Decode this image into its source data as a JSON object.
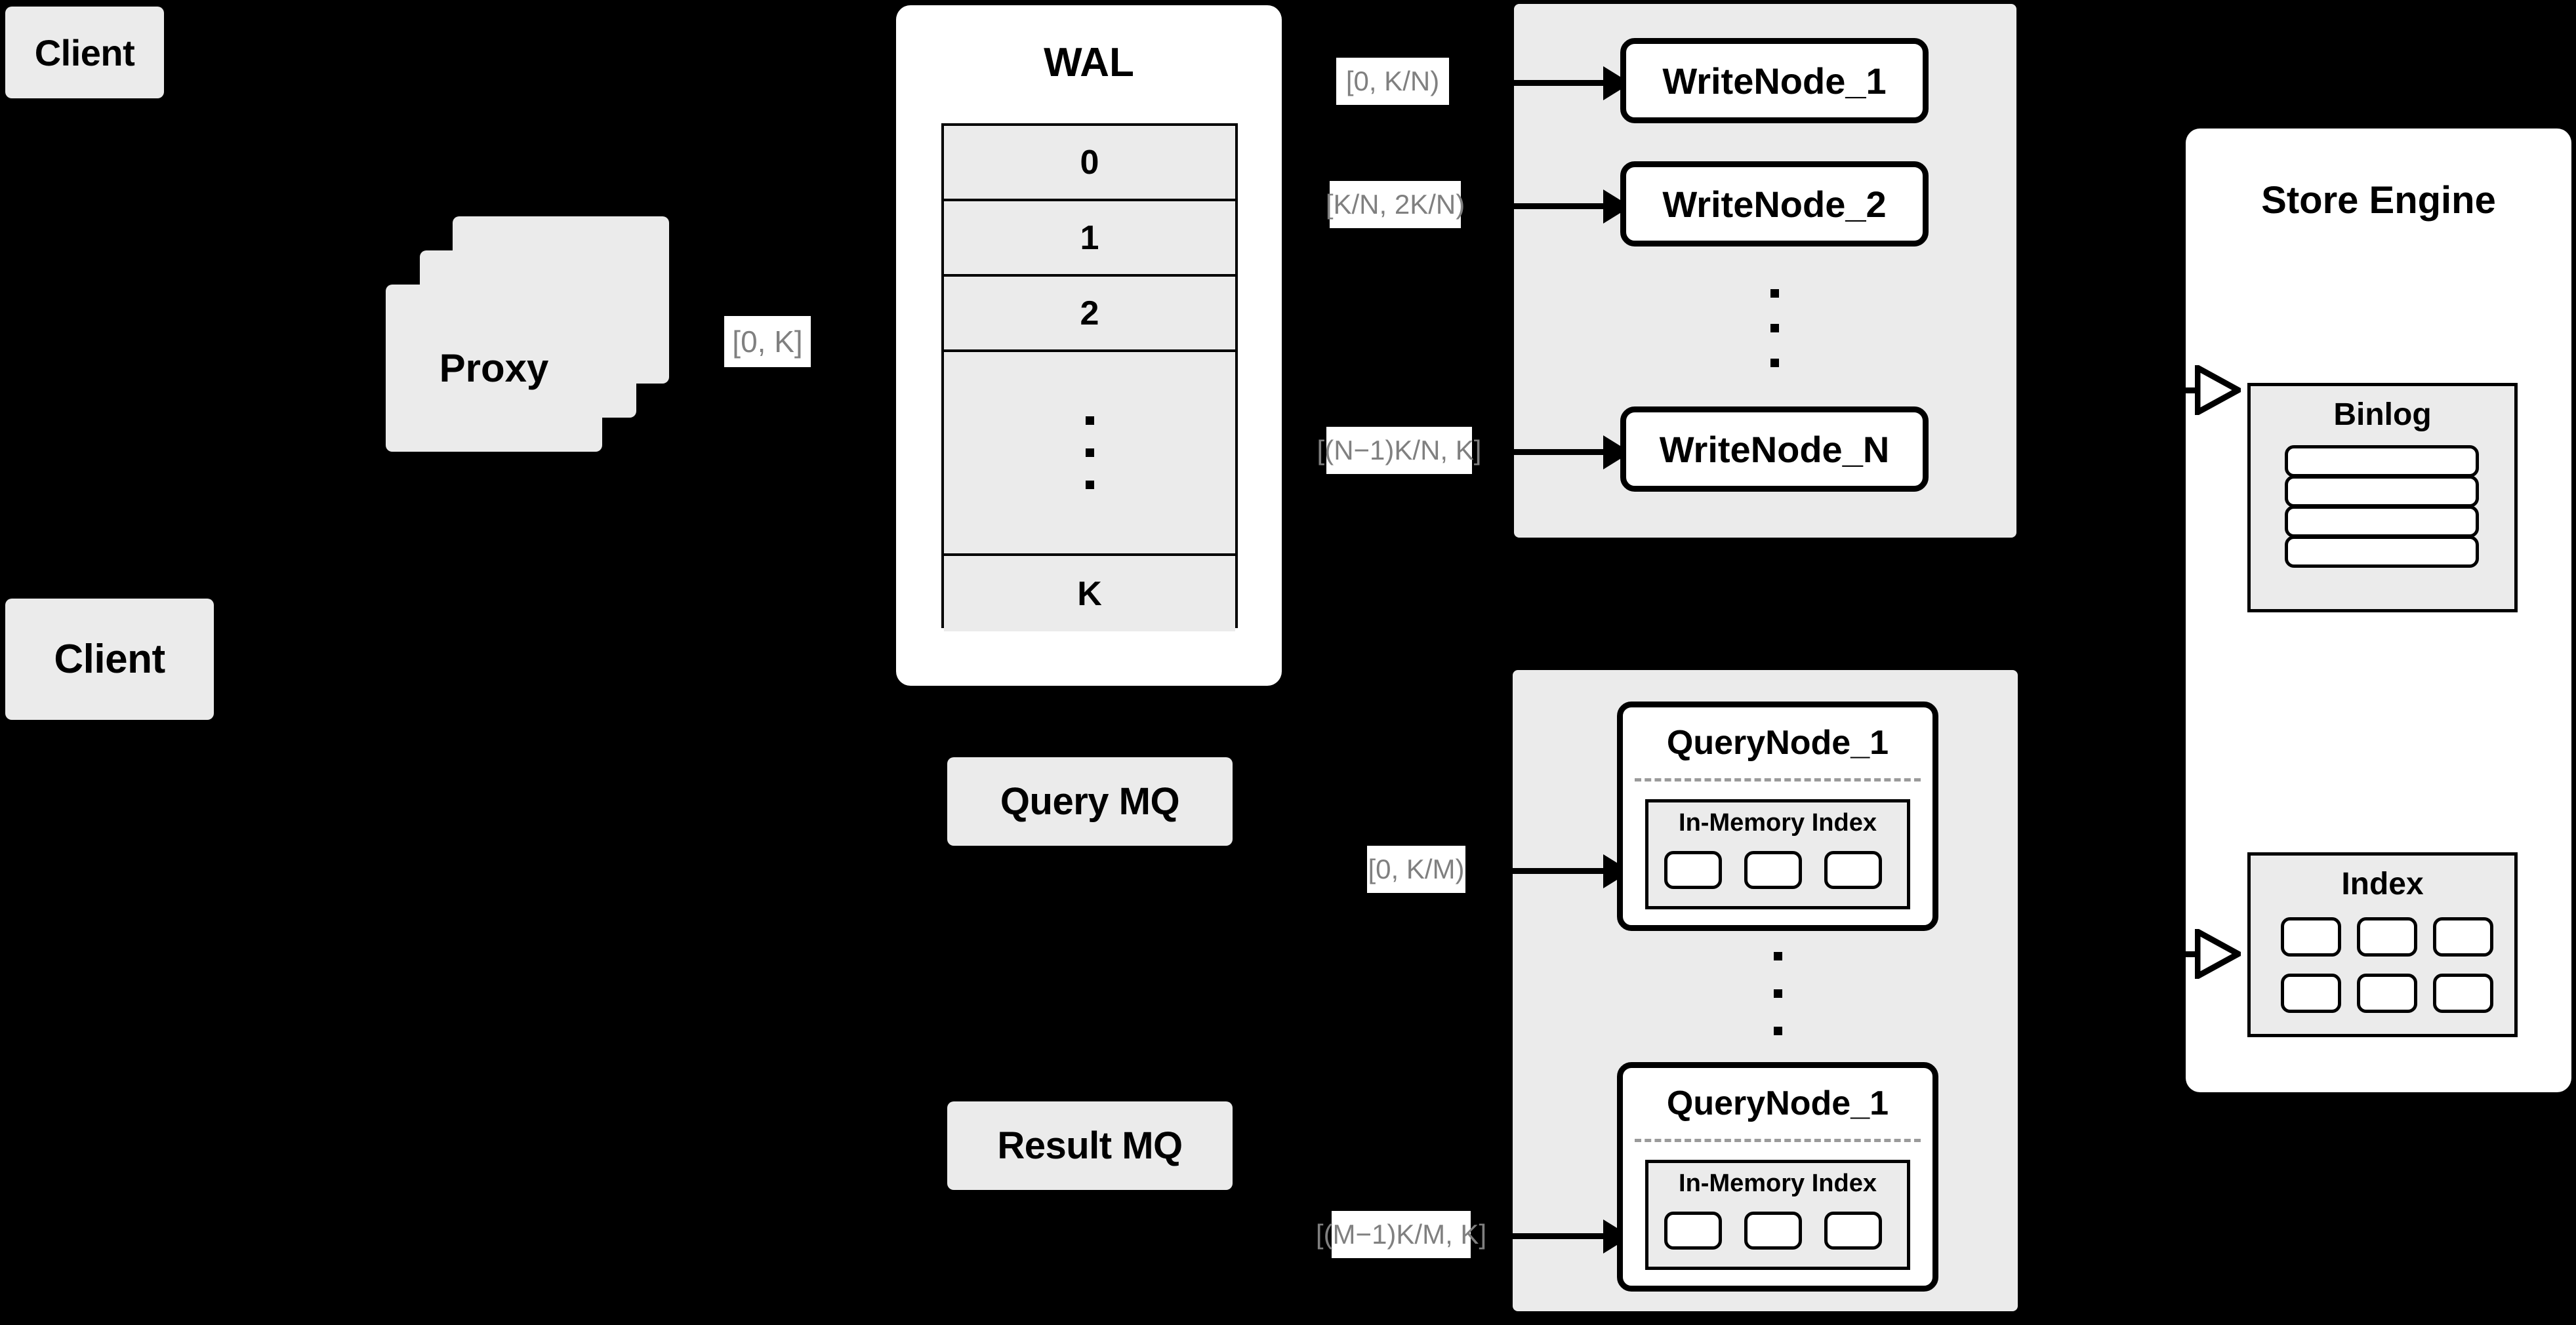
{
  "diagram": {
    "title": "Distributed Vector Database Write and Query Path",
    "background_color": "#000000",
    "accent_gray": "#ebebeb",
    "label_text_color": "#808080"
  },
  "clients": [
    {
      "label": "Client"
    },
    {
      "label": "Client"
    }
  ],
  "proxy": {
    "label": "Proxy",
    "range_label": "[0, K]"
  },
  "wal": {
    "title": "WAL",
    "rows": [
      {
        "label": "0"
      },
      {
        "label": "1"
      },
      {
        "label": "2"
      },
      {
        "label": "⋮"
      },
      {
        "label": "K"
      }
    ]
  },
  "write_cluster": {
    "nodes": [
      {
        "label": "WriteNode_1",
        "range_label": "[0,  K/N)"
      },
      {
        "label": "WriteNode_2",
        "range_label": "[K/N, 2K/N)"
      },
      {
        "label": "WriteNode_N",
        "range_label": "[(N−1)K/N,  K]"
      }
    ],
    "ellipsis": "⋮"
  },
  "queues": [
    {
      "label": "Query MQ"
    },
    {
      "label": "Result MQ"
    }
  ],
  "query_cluster": {
    "nodes": [
      {
        "label": "QueryNode_1",
        "range_label": "[0, K/M)",
        "index": {
          "title": "In-Memory Index",
          "segments": 3
        }
      },
      {
        "label": "QueryNode_1",
        "range_label": "[(M−1)K/M, K]",
        "index": {
          "title": "In-Memory Index",
          "segments": 3
        }
      }
    ],
    "ellipsis": "⋮"
  },
  "store_engine": {
    "title": "Store Engine",
    "binlog": {
      "title": "Binlog",
      "segments": 4
    },
    "index": {
      "title": "Index",
      "segments": 6
    }
  }
}
